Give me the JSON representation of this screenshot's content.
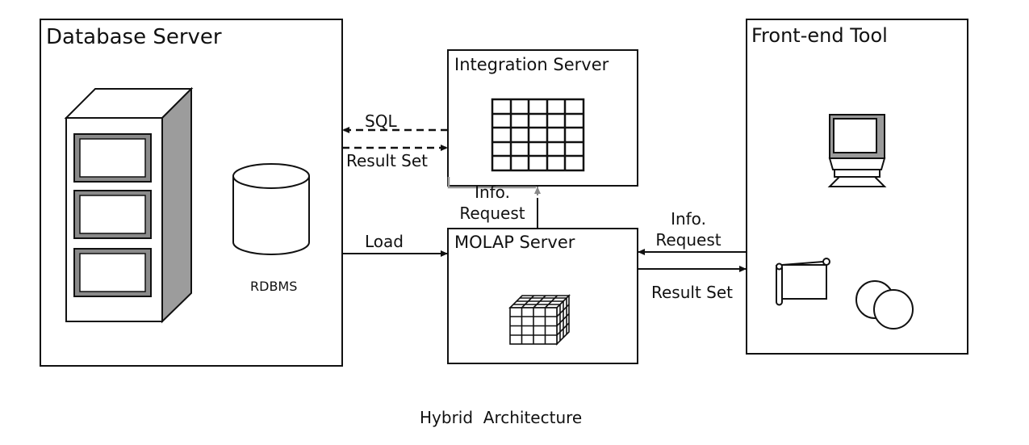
{
  "database_server": {
    "title": "Database Server",
    "rdbms_label": "RDBMS"
  },
  "integration_server": {
    "title": "Integration Server"
  },
  "molap_server": {
    "title": "MOLAP Server"
  },
  "front_end": {
    "title": "Front-end Tool"
  },
  "edges": {
    "sql": "SQL",
    "result_set_left": "Result Set",
    "load": "Load",
    "info_request_mid": [
      "Info.",
      "Request"
    ],
    "info_request_right": [
      "Info.",
      "Request"
    ],
    "result_set_right": "Result Set"
  },
  "caption": "Hybrid  Architecture"
}
